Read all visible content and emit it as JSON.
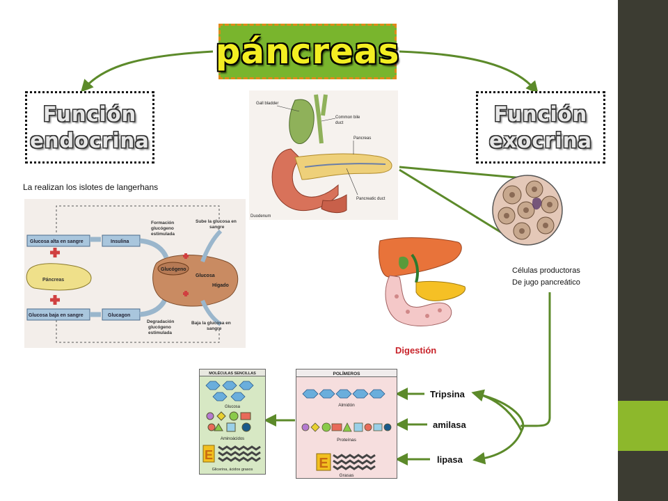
{
  "title": "páncreas",
  "endocrine": {
    "line1": "Función",
    "line2": "endocrina"
  },
  "exocrine": {
    "line1": "Función",
    "line2": "exocrina"
  },
  "islets_text": "La realizan los islotes de langerhans",
  "cells_line1": "Células productoras",
  "cells_line2": "De jugo pancreático",
  "digestion": "Digestión",
  "enzymes": [
    "Tripsina",
    "amilasa",
    "lipasa"
  ],
  "anatomy": {
    "gall_bladder": "Gall bladder",
    "common_bile_duct_1": "Common bile",
    "common_bile_duct_2": "duct",
    "pancreas": "Pancreas",
    "pancreatic_duct": "Pancreatic duct",
    "duodenum": "Duodenum"
  },
  "glucose_diagram": {
    "high": "Glucosa alta en sangre",
    "low": "Glucosa baja en sangre",
    "insulin": "Insulina",
    "glucagon": "Glucagon",
    "pancreas": "Páncreas",
    "glycogen": "Glucógeno",
    "glucose": "Glucosa",
    "liver": "Hígado",
    "formation_1": "Formación",
    "formation_2": "glucógeno",
    "formation_3": "estimulada",
    "degradation_1": "Degradación",
    "degradation_2": "glucógeno",
    "degradation_3": "estimulada",
    "rises_1": "Sube la glucosa en",
    "rises_2": "sangre",
    "falls_1": "Baja la glucosa en",
    "falls_2": "sangre"
  },
  "polymers_panel": {
    "header": "POLÍMEROS",
    "starch": "Almidón",
    "proteins": "Proteínas",
    "fats": "Grasas"
  },
  "simple_panel": {
    "header": "MOLÉCULAS SENCILLAS",
    "glucose": "Glucosa",
    "amino": "Aminoácidos",
    "glycerin": "Glicerina, ácidos grasos"
  },
  "colors": {
    "arrow_green": "#5c8a2a",
    "title_bg": "#79b52d",
    "title_border": "#e08a1a",
    "title_text": "#f3ee22",
    "accent": "#8db82c",
    "sidebar": "#3c3c32",
    "digestion_red": "#c8232a"
  }
}
